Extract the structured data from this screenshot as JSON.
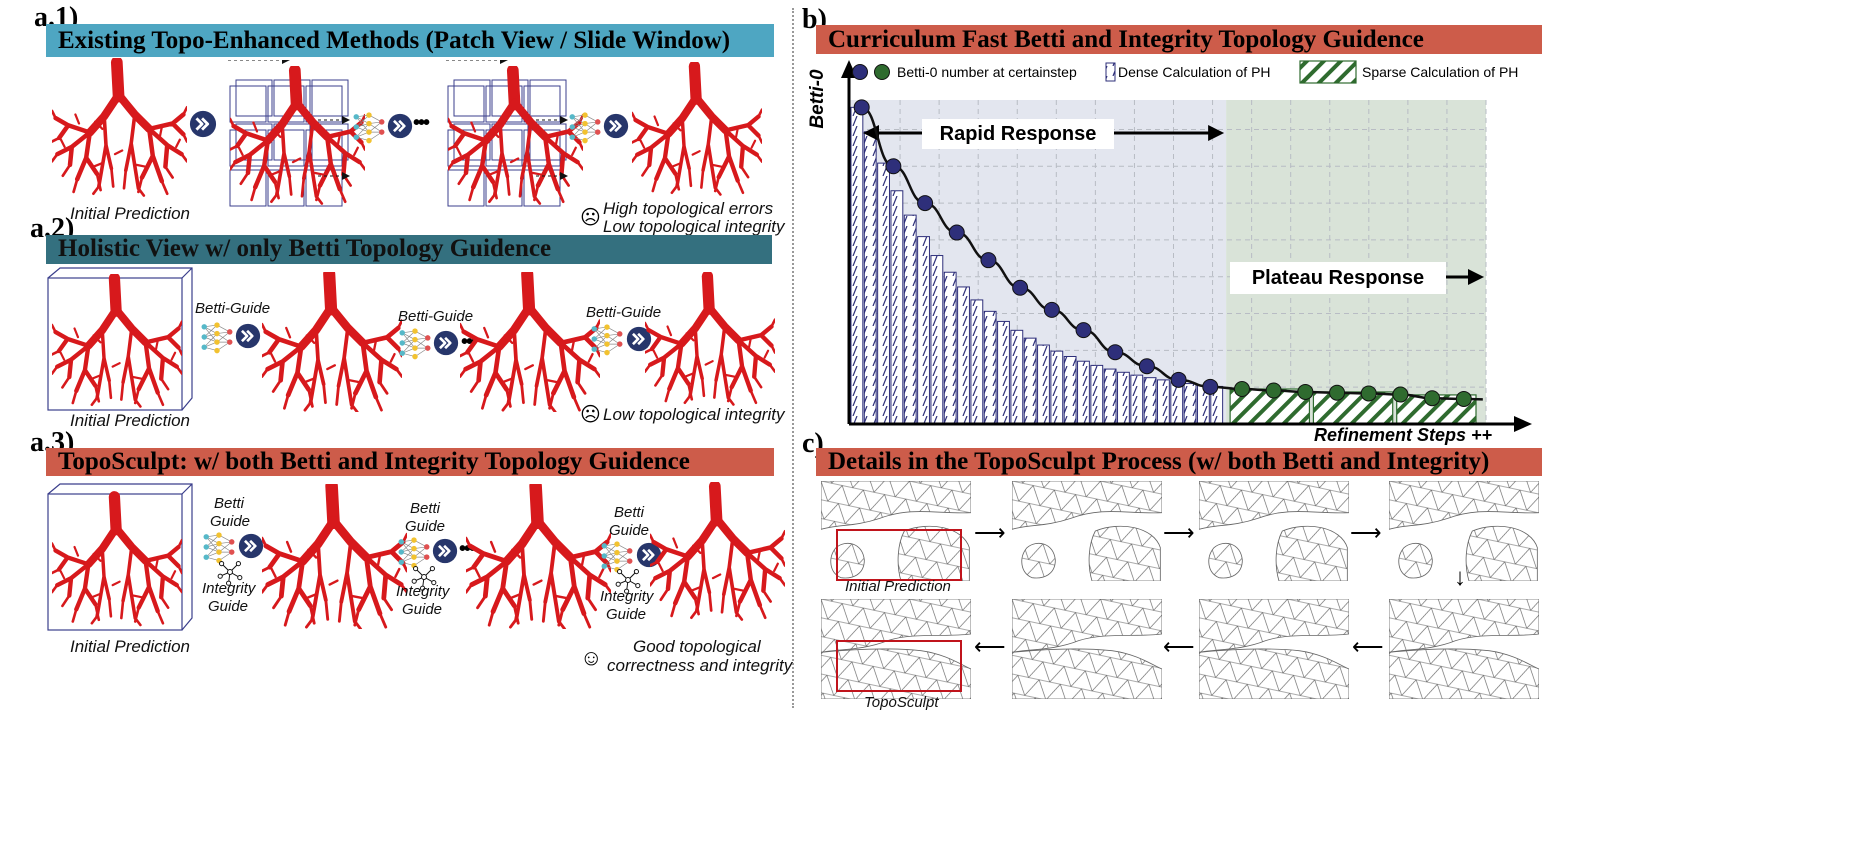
{
  "panel_a1": {
    "label": "a.1)",
    "title": "Existing Topo-Enhanced Methods (Patch View / Slide Window)",
    "caption": "Initial Prediction",
    "note_line1": "High topological errors",
    "note_line2": "Low topological integrity",
    "ellipsis": "•••",
    "colors": {
      "bar": "#4ea6c2",
      "tree": "#d7191c",
      "box": "#3b3f8c"
    }
  },
  "panel_a2": {
    "label": "a.2)",
    "title": "Holistic View w/ only Betti Topology Guidence",
    "caption": "Initial Prediction",
    "guide1": "Betti-Guide",
    "guide2": "Betti-Guide",
    "guide3": "Betti-Guide",
    "note": "Low topological integrity",
    "ellipsis": "•••",
    "colors": {
      "bar": "#34707f"
    }
  },
  "panel_a3": {
    "label": "a.3)",
    "title": "TopoSculpt: w/ both Betti and Integrity Topology Guidence",
    "caption": "Initial Prediction",
    "betti_line1": "Betti",
    "betti_line2": "Guide",
    "integ_line1": "Integrity",
    "integ_line2": "Guide",
    "note_line1": "Good topological",
    "note_line2": "correctness and integrity",
    "ellipsis": "•••",
    "colors": {
      "bar": "#cd5c4a"
    }
  },
  "panel_b": {
    "label": "b)",
    "title": "Curriculum Fast Betti and Integrity Topology Guidence",
    "legend_points": "Betti-0 number at certainstep",
    "legend_dense": "Dense Calculation of PH",
    "legend_sparse": "Sparse Calculation of PH",
    "rapid": "Rapid Response",
    "plateau": "Plateau Response",
    "ylabel": "Betti-0",
    "xlabel": "Refinement Steps ++",
    "colors": {
      "dense_point": "#2e2f7a",
      "sparse_point": "#2f6b2f",
      "dense_bg": "#e3e6ef",
      "sparse_bg": "#d9e3d8",
      "bar": "#cd5c4a"
    }
  },
  "chart_data": {
    "type": "line",
    "title": "Curriculum Fast Betti and Integrity Topology Guidence",
    "xlabel": "Refinement Steps ++",
    "ylabel": "Betti-0",
    "grid": true,
    "legend_position": "top",
    "series": [
      {
        "name": "Betti-0 number at certainstep",
        "phase": "Dense Calculation of PH",
        "x": [
          1,
          2,
          3,
          4,
          5,
          6,
          7,
          8,
          9,
          10,
          11,
          12
        ],
        "y": [
          8.6,
          7.0,
          6.0,
          5.2,
          4.45,
          3.7,
          3.1,
          2.55,
          1.95,
          1.57,
          1.2,
          1.01
        ]
      },
      {
        "name": "Betti-0 number at certainstep",
        "phase": "Sparse Calculation of PH",
        "x": [
          13,
          14,
          15,
          16,
          17,
          18,
          19,
          20
        ],
        "y": [
          0.95,
          0.91,
          0.87,
          0.85,
          0.83,
          0.8,
          0.7,
          0.68
        ]
      }
    ],
    "xlim": [
      0.6,
      20.7
    ],
    "ylim": [
      0,
      8.8
    ]
  },
  "panel_c": {
    "label": "c)",
    "title": "Details in the TopoSculpt Process (w/ both Betti and Integrity)",
    "caption_initial": "Initial Prediction",
    "caption_final": "TopoSculpt",
    "colors": {
      "highlight": "#c0141c"
    }
  }
}
